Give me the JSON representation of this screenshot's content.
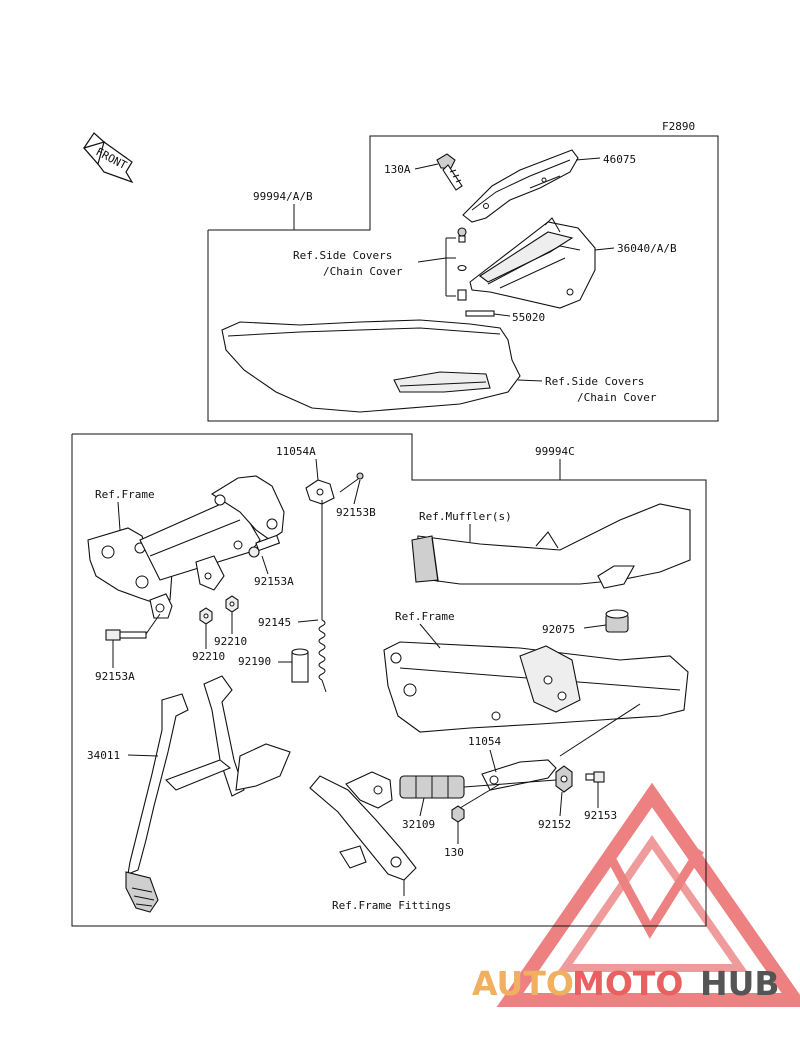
{
  "figure_code": "F2890",
  "front_label": "FRONT",
  "upper_group": {
    "assembly_code": "99994/A/B",
    "labels": {
      "bolt": "130A",
      "cover_top": "46075",
      "side_cover": "36040/A/B",
      "pin": "55020",
      "ref_side_covers_1_line1": "Ref.Side Covers",
      "ref_side_covers_1_line2": "/Chain Cover",
      "ref_side_covers_2_line1": "Ref.Side Covers",
      "ref_side_covers_2_line2": "/Chain Cover"
    }
  },
  "lower_group": {
    "assembly_code": "99994C",
    "labels": {
      "bracket": "11054A",
      "ref_frame_left": "Ref.Frame",
      "bolt_b": "92153B",
      "ref_muffler": "Ref.Muffler(s)",
      "bolt_a_upper": "92153A",
      "nut_upper": "92210",
      "spring": "92145",
      "nut_lower": "92210",
      "collar_spacer": "92190",
      "bolt_a_lower": "92153A",
      "ref_frame_right": "Ref.Frame",
      "damper": "92075",
      "stand": "34011",
      "bracket_right": "11054",
      "collar": "92152",
      "bolt_right": "92153",
      "rollers": "32109",
      "bolt_small": "130",
      "ref_frame_fittings": "Ref.Frame Fittings"
    }
  },
  "watermark": {
    "text_part1": "AUTO",
    "text_part2": "MOTO",
    "text_part3": "HUB",
    "color_orange": "#f0b060",
    "color_red": "#e86060",
    "color_grey": "#555555"
  }
}
